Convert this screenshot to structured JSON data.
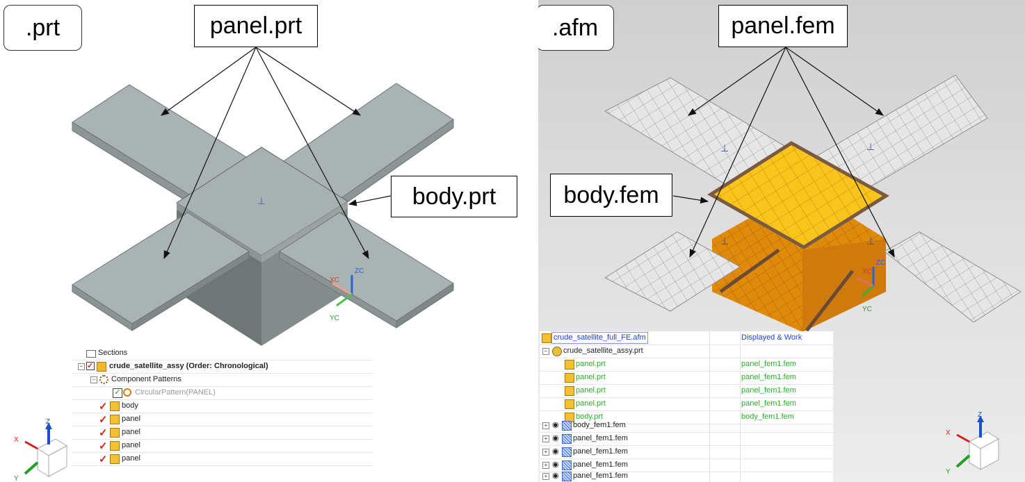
{
  "left": {
    "tag": ".prt",
    "callout_top": "panel.prt",
    "callout_right": "body.prt",
    "axes": {
      "xc": "XC",
      "yc": "YC",
      "zc": "ZC"
    },
    "triad": {
      "x": "X",
      "y": "Y",
      "z": "Z"
    },
    "tree": {
      "rows": [
        {
          "label": "Sections"
        },
        {
          "label": "crude_satellite_assy (Order: Chronological)"
        },
        {
          "label": "Component Patterns"
        },
        {
          "label": "CircularPattern(PANEL)"
        },
        {
          "label": "body"
        },
        {
          "label": "panel"
        },
        {
          "label": "panel"
        },
        {
          "label": "panel"
        },
        {
          "label": "panel"
        }
      ]
    }
  },
  "right": {
    "tag": ".afm",
    "callout_top": "panel.fem",
    "callout_left": "body.fem",
    "axes": {
      "xc": "XC",
      "yc": "YC",
      "zc": "ZC"
    },
    "triad": {
      "x": "X",
      "y": "Y",
      "z": "Z"
    },
    "tree": {
      "header": {
        "name": "crude_satellite_full_FE.afm",
        "status": "Displayed & Work"
      },
      "assembly": "crude_satellite_assy.prt",
      "parts": [
        {
          "name": "panel.prt",
          "fem": "panel_fem1.fem"
        },
        {
          "name": "panel.prt",
          "fem": "panel_fem1.fem"
        },
        {
          "name": "panel.prt",
          "fem": "panel_fem1.fem"
        },
        {
          "name": "panel.prt",
          "fem": "panel_fem1.fem"
        },
        {
          "name": "body.prt",
          "fem": "body_fem1.fem"
        }
      ],
      "fems": [
        "body_fem1.fem",
        "panel_fem1.fem",
        "panel_fem1.fem",
        "panel_fem1.fem",
        "panel_fem1.fem"
      ]
    }
  },
  "colors": {
    "panel_solid": "#a8b2b2",
    "body_solid": "#7d8484",
    "mesh_fill": "#e4e4e4",
    "mesh_line": "#8a8a8a",
    "body_mesh_top": "#f8c21a",
    "body_mesh_side": "#e08a0c"
  }
}
